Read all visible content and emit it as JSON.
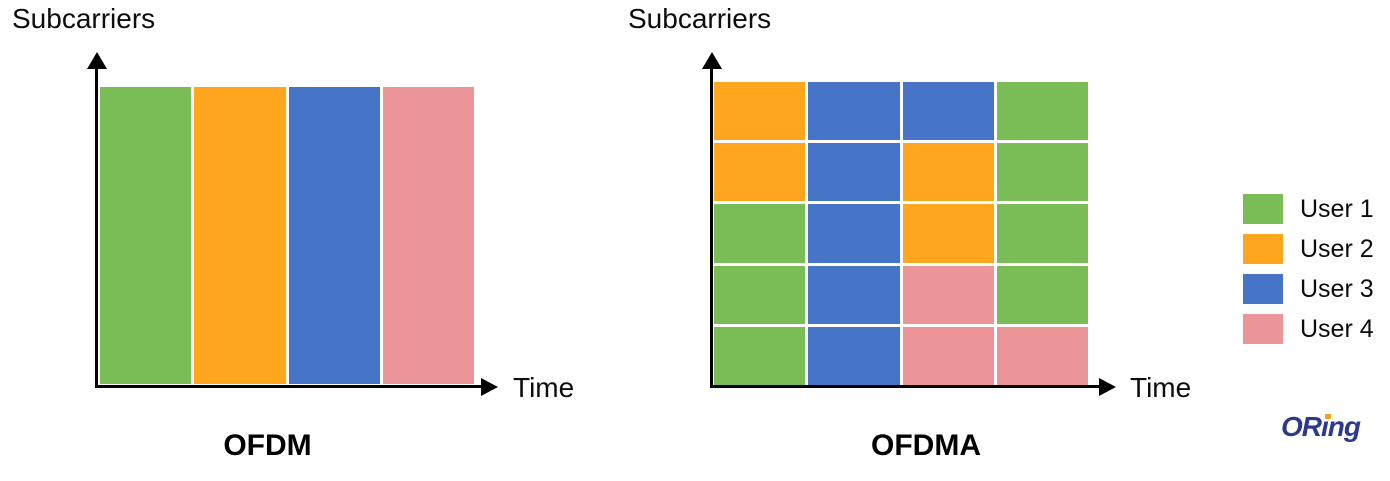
{
  "colors": {
    "user1": "#7ABC55",
    "user2": "#FFA51E",
    "user3": "#4674C7",
    "user4": "#EC9599",
    "axis": "#000000",
    "logo_blue": "#2B3990",
    "logo_orange": "#F9A01B"
  },
  "charts": [
    {
      "id": "ofdm",
      "type": "heatmap",
      "y_axis_label": "Subcarriers",
      "x_axis_label": "Time",
      "caption": "OFDM",
      "columns": 4,
      "rows": 1,
      "cells": [
        [
          "user1",
          "user2",
          "user3",
          "user4"
        ]
      ]
    },
    {
      "id": "ofdma",
      "type": "heatmap",
      "y_axis_label": "Subcarriers",
      "x_axis_label": "Time",
      "caption": "OFDMA",
      "columns": 4,
      "rows": 5,
      "cells": [
        [
          "user2",
          "user3",
          "user3",
          "user1"
        ],
        [
          "user2",
          "user3",
          "user2",
          "user1"
        ],
        [
          "user1",
          "user3",
          "user2",
          "user1"
        ],
        [
          "user1",
          "user3",
          "user4",
          "user1"
        ],
        [
          "user1",
          "user3",
          "user4",
          "user4"
        ]
      ]
    }
  ],
  "legend": [
    {
      "label": "User 1",
      "color_key": "user1"
    },
    {
      "label": "User 2",
      "color_key": "user2"
    },
    {
      "label": "User 3",
      "color_key": "user3"
    },
    {
      "label": "User 4",
      "color_key": "user4"
    }
  ],
  "logo": {
    "part1": "OR",
    "part2": "ıng",
    "full_text": "ORing"
  }
}
